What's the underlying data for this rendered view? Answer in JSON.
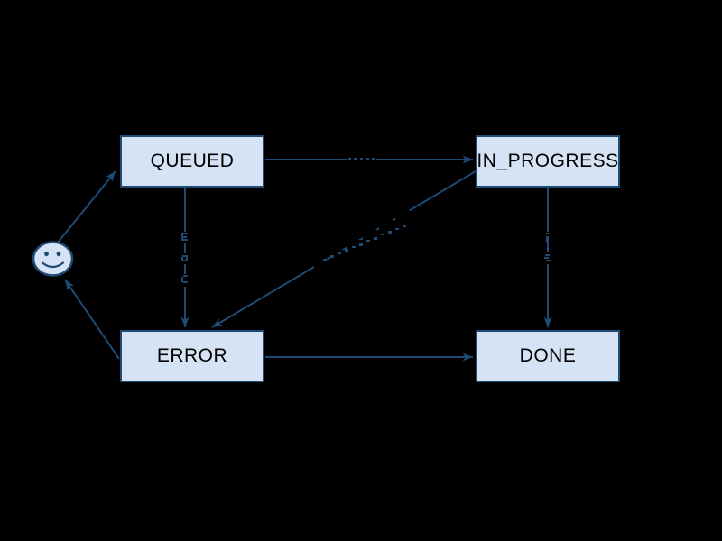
{
  "diagram": {
    "type": "state-diagram",
    "background_color": "#000000",
    "node_fill_color": "#d5e3f5",
    "stroke_color": "#1e4a74",
    "node_text_color": "#000000",
    "nodes": [
      {
        "id": "start",
        "shape": "smiley-face",
        "label": ""
      },
      {
        "id": "queued",
        "shape": "rectangle",
        "label": "QUEUED"
      },
      {
        "id": "in_progress",
        "shape": "rectangle",
        "label": "IN_PROGRESS"
      },
      {
        "id": "error",
        "shape": "rectangle",
        "label": "ERROR"
      },
      {
        "id": "done",
        "shape": "rectangle",
        "label": "DONE"
      }
    ],
    "edges": [
      {
        "from": "start",
        "to": "queued",
        "label_obscured": false
      },
      {
        "from": "queued",
        "to": "in_progress",
        "label_obscured": true
      },
      {
        "from": "queued",
        "to": "error",
        "label_obscured": true
      },
      {
        "from": "in_progress",
        "to": "error",
        "label_obscured": true
      },
      {
        "from": "in_progress",
        "to": "done",
        "label_obscured": true
      },
      {
        "from": "error",
        "to": "done",
        "label_obscured": false
      },
      {
        "from": "error",
        "to": "start",
        "label_obscured": false
      }
    ],
    "note": "edge labels rendered in dark/black text are illegible against the black background; only small fragments are visible where they cross the edge lines"
  }
}
